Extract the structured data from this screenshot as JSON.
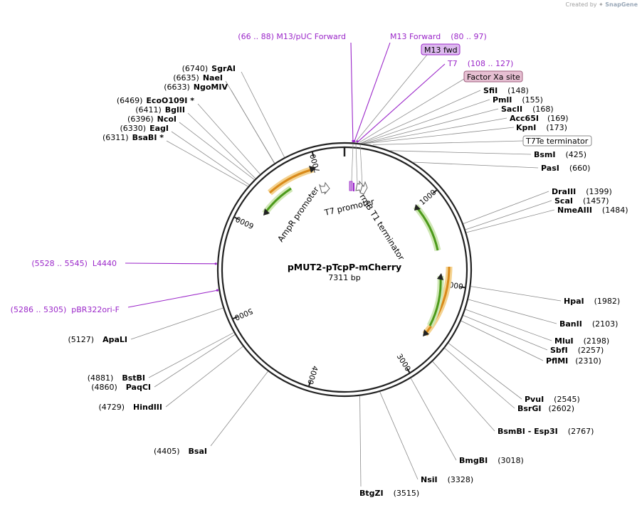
{
  "credit": {
    "prefix": "Created by",
    "brand": "SnapGene"
  },
  "plasmid": {
    "name": "pMUT2-pTcpP-mCherry",
    "size": "7311 bp",
    "length": 7311
  },
  "ticks": [
    1000,
    2000,
    3000,
    4000,
    5000,
    6000,
    7000
  ],
  "sites": [
    {
      "pos": "(6740)",
      "name": "SgrAI",
      "bp": 6740
    },
    {
      "pos": "(6635)",
      "name": "NaeI",
      "bp": 6635
    },
    {
      "pos": "(6633)",
      "name": "NgoMIV",
      "bp": 6633
    },
    {
      "pos": "(6469)",
      "name": "EcoO109I *",
      "bp": 6469
    },
    {
      "pos": "(6411)",
      "name": "BglII",
      "bp": 6411
    },
    {
      "pos": "(6396)",
      "name": "NcoI",
      "bp": 6396
    },
    {
      "pos": "(6330)",
      "name": "EagI",
      "bp": 6330
    },
    {
      "pos": "(6311)",
      "name": "BsaBI *",
      "bp": 6311
    },
    {
      "pos": "(148)",
      "name": "SfiI",
      "bp": 148
    },
    {
      "pos": "(155)",
      "name": "PmlI",
      "bp": 155
    },
    {
      "pos": "(168)",
      "name": "SacII",
      "bp": 168
    },
    {
      "pos": "(169)",
      "name": "Acc65I",
      "bp": 169
    },
    {
      "pos": "(173)",
      "name": "KpnI",
      "bp": 173
    },
    {
      "pos": "(425)",
      "name": "BsmI",
      "bp": 425
    },
    {
      "pos": "(660)",
      "name": "PasI",
      "bp": 660
    },
    {
      "pos": "(1399)",
      "name": "DraIII",
      "bp": 1399
    },
    {
      "pos": "(1457)",
      "name": "ScaI",
      "bp": 1457
    },
    {
      "pos": "(1484)",
      "name": "NmeAIII",
      "bp": 1484
    },
    {
      "pos": "(1982)",
      "name": "HpaI",
      "bp": 1982
    },
    {
      "pos": "(2103)",
      "name": "BanII",
      "bp": 2103
    },
    {
      "pos": "(2198)",
      "name": "MluI",
      "bp": 2198
    },
    {
      "pos": "(2257)",
      "name": "SbfI",
      "bp": 2257
    },
    {
      "pos": "(2310)",
      "name": "PflMI",
      "bp": 2310
    },
    {
      "pos": "(2545)",
      "name": "PvuI",
      "bp": 2545
    },
    {
      "pos": "(2602)",
      "name": "BsrGI",
      "bp": 2602
    },
    {
      "pos": "(2767)",
      "name": "BsmBI - Esp3I",
      "bp": 2767
    },
    {
      "pos": "(3018)",
      "name": "BmgBI",
      "bp": 3018
    },
    {
      "pos": "(3328)",
      "name": "NsiI",
      "bp": 3328
    },
    {
      "pos": "(3515)",
      "name": "BtgZI",
      "bp": 3515
    },
    {
      "pos": "(4405)",
      "name": "BsaI",
      "bp": 4405
    },
    {
      "pos": "(4729)",
      "name": "HindIII",
      "bp": 4729
    },
    {
      "pos": "(4860)",
      "name": "PaqCI",
      "bp": 4860
    },
    {
      "pos": "(4881)",
      "name": "BstBI",
      "bp": 4881
    },
    {
      "pos": "(5127)",
      "name": "ApaLI",
      "bp": 5127
    }
  ],
  "primers": [
    {
      "text": "(66 .. 88)  M13/pUC Forward",
      "bp": 77
    },
    {
      "text": "M13 Forward    (80 .. 97)",
      "bp": 88
    },
    {
      "text": "T7    (108 .. 127)",
      "bp": 117
    },
    {
      "text": "(5528 .. 5545)  L4440",
      "bp": 5536
    },
    {
      "text": "(5286 .. 5305)  pBR322ori-F",
      "bp": 5295
    }
  ],
  "boxed_features": [
    {
      "text": "M13 fwd",
      "fill": "#dcb8ee",
      "stroke": "#9b27c9",
      "text_color": "#000000"
    },
    {
      "text": "Factor Xa site",
      "fill": "#e6bfd2",
      "stroke": "#a0607f",
      "text_color": "#000000"
    },
    {
      "text": "T7Te terminator",
      "fill": "#ffffff",
      "stroke": "#888888",
      "text_color": "#000000"
    }
  ],
  "features": {
    "ampr_promoter": "AmpR promoter",
    "t7_promoter": "T7 promoter",
    "rrnb_terminator": "rrnB T1 terminator"
  },
  "colors": {
    "backbone": "#222222",
    "primer": "#9b27c9",
    "cds_green": "#4c9a1a",
    "cds_orange": "#d98a1a"
  }
}
